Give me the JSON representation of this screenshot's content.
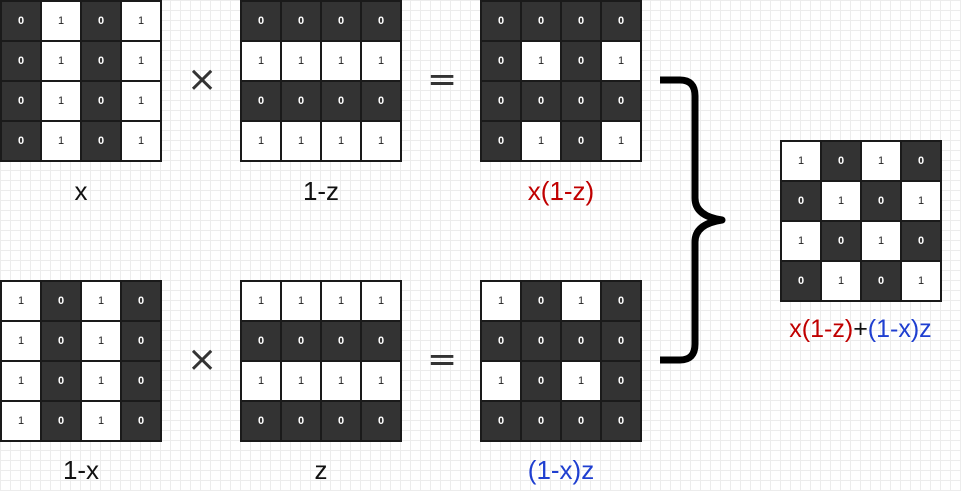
{
  "colors": {
    "red": "#c00000",
    "blue": "#1f3fd0",
    "dark_cell": "#333333",
    "light_cell": "#ffffff"
  },
  "operators": {
    "times": "×",
    "equals": "="
  },
  "rows": [
    {
      "left": {
        "label": "x",
        "cells": [
          [
            0,
            1,
            0,
            1
          ],
          [
            0,
            1,
            0,
            1
          ],
          [
            0,
            1,
            0,
            1
          ],
          [
            0,
            1,
            0,
            1
          ]
        ]
      },
      "right": {
        "label": "1-z",
        "cells": [
          [
            0,
            0,
            0,
            0
          ],
          [
            1,
            1,
            1,
            1
          ],
          [
            0,
            0,
            0,
            0
          ],
          [
            1,
            1,
            1,
            1
          ]
        ]
      },
      "result": {
        "label": "x(1-z)",
        "label_color": "red",
        "cells": [
          [
            0,
            0,
            0,
            0
          ],
          [
            0,
            1,
            0,
            1
          ],
          [
            0,
            0,
            0,
            0
          ],
          [
            0,
            1,
            0,
            1
          ]
        ]
      }
    },
    {
      "left": {
        "label": "1-x",
        "cells": [
          [
            1,
            0,
            1,
            0
          ],
          [
            1,
            0,
            1,
            0
          ],
          [
            1,
            0,
            1,
            0
          ],
          [
            1,
            0,
            1,
            0
          ]
        ]
      },
      "right": {
        "label": "z",
        "cells": [
          [
            1,
            1,
            1,
            1
          ],
          [
            0,
            0,
            0,
            0
          ],
          [
            1,
            1,
            1,
            1
          ],
          [
            0,
            0,
            0,
            0
          ]
        ]
      },
      "result": {
        "label": "(1-x)z",
        "label_color": "blue",
        "cells": [
          [
            1,
            0,
            1,
            0
          ],
          [
            0,
            0,
            0,
            0
          ],
          [
            1,
            0,
            1,
            0
          ],
          [
            0,
            0,
            0,
            0
          ]
        ]
      }
    }
  ],
  "final": {
    "cells": [
      [
        1,
        0,
        1,
        0
      ],
      [
        0,
        1,
        0,
        1
      ],
      [
        1,
        0,
        1,
        0
      ],
      [
        0,
        1,
        0,
        1
      ]
    ],
    "label_parts": [
      {
        "text": "x(1-z)",
        "color": "red"
      },
      {
        "text": "+",
        "color": "black"
      },
      {
        "text": "(1-x)z",
        "color": "blue"
      }
    ]
  }
}
